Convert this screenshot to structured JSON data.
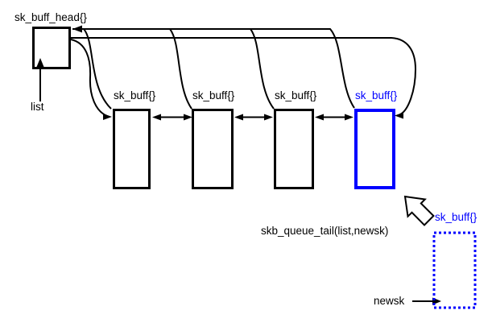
{
  "diagram": {
    "head": {
      "label": "sk_buff_head{}",
      "pointer_label": "list"
    },
    "queue_nodes": [
      {
        "label": "sk_buff{}",
        "highlighted": false
      },
      {
        "label": "sk_buff{}",
        "highlighted": false
      },
      {
        "label": "sk_buff{}",
        "highlighted": false
      },
      {
        "label": "sk_buff{}",
        "highlighted": true
      }
    ],
    "new_node": {
      "label": "sk_buff{}",
      "pointer_label": "newsk"
    },
    "operation_label": "skb_queue_tail(list,newsk)",
    "colors": {
      "highlight": "#0000ff",
      "line": "#000000",
      "background": "#ffffff"
    }
  }
}
